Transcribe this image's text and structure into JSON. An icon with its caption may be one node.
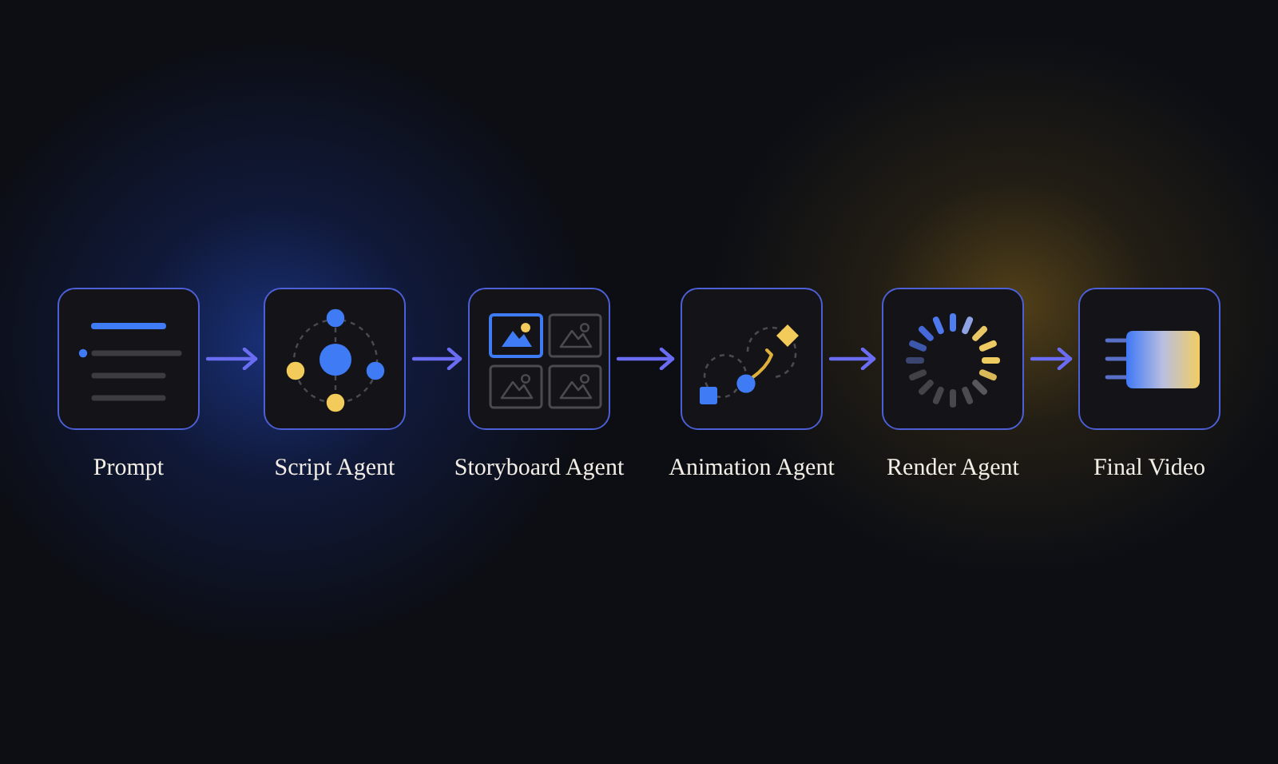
{
  "diagram": {
    "nodes": [
      {
        "text": [
          "Prompt"
        ]
      },
      {
        "text": [
          "Script Agent"
        ]
      },
      {
        "text": [
          "Storyboard Agent"
        ]
      },
      {
        "text": [
          "Animation Agent"
        ]
      },
      {
        "text": [
          "Render Agent"
        ]
      },
      {
        "text": [
          "Final Video"
        ]
      }
    ],
    "edges": [
      {
        "from": 0,
        "to": 1,
        "arrow": "to"
      },
      {
        "from": 1,
        "to": 2,
        "arrow": "to"
      },
      {
        "from": 2,
        "to": 3,
        "arrow": "to"
      },
      {
        "from": 3,
        "to": 4,
        "arrow": "to"
      },
      {
        "from": 4,
        "to": 5,
        "arrow": "to"
      }
    ]
  }
}
